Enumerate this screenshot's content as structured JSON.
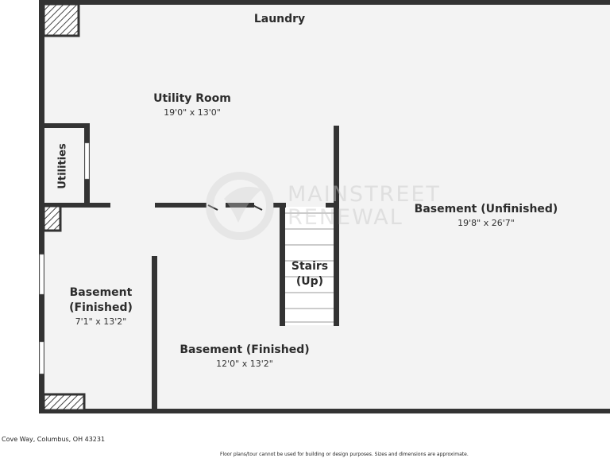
{
  "plan": {
    "colors": {
      "wall": "#333333",
      "floor": "#f3f3f3",
      "window": "#ffffff",
      "hatch": "#444444"
    },
    "rooms": {
      "laundry": {
        "name": "Laundry"
      },
      "utility_room": {
        "name": "Utility Room",
        "dimensions": "19'0\" x 13'0\""
      },
      "utilities": {
        "name": "Utilities"
      },
      "basement_unfinished": {
        "name": "Basement (Unfinished)",
        "dimensions": "19'8\" x 26'7\""
      },
      "stairs": {
        "name": "Stairs",
        "direction": "(Up)"
      },
      "basement_finished_left": {
        "name": "Basement",
        "name_line2": "(Finished)",
        "dimensions": "7'1\" x 13'2\""
      },
      "basement_finished_center": {
        "name": "Basement (Finished)",
        "dimensions": "12'0\" x 13'2\""
      }
    },
    "watermark": {
      "line1": "MAINSTREET",
      "line2": "RENEWAL",
      "logo": "mainstreet-renewal-logo-icon"
    }
  },
  "footer": {
    "address": "Cove Way, Columbus, OH 43231",
    "disclaimer": "Floor plans/tour cannot be used for building or design purposes. Sizes and dimensions are approximate."
  }
}
